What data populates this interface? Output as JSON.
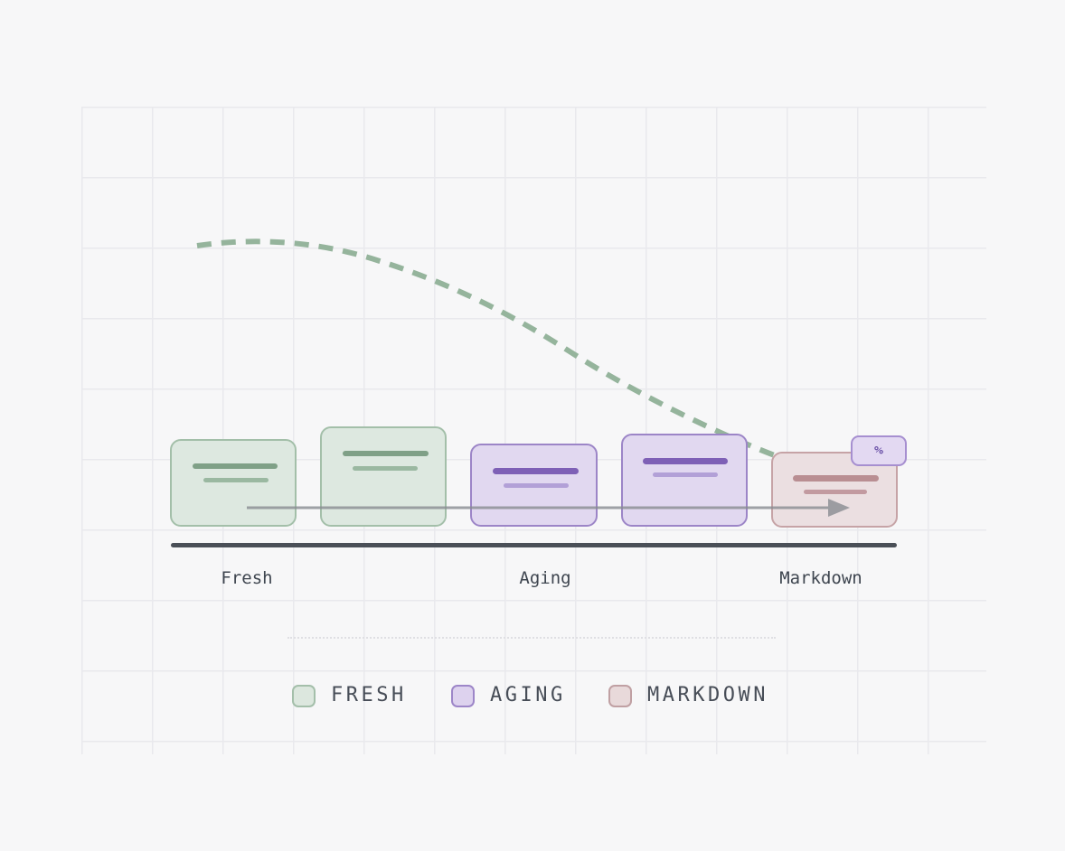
{
  "diagram": {
    "kind": "freshness-lifecycle-timeline"
  },
  "timeline": {
    "stages": [
      {
        "label": "Fresh"
      },
      {
        "label": "Aging"
      },
      {
        "label": "Markdown"
      }
    ]
  },
  "cards": [
    {
      "stage": "fresh"
    },
    {
      "stage": "fresh"
    },
    {
      "stage": "aging"
    },
    {
      "stage": "aging"
    },
    {
      "stage": "markdown",
      "badge": "%"
    }
  ],
  "badge": {
    "label": "%"
  },
  "legend": {
    "items": [
      {
        "label": "FRESH",
        "fill": "#dce7de",
        "border": "#a4bfaa"
      },
      {
        "label": "AGING",
        "fill": "#ddd2ee",
        "border": "#9d86c8"
      },
      {
        "label": "MARKDOWN",
        "fill": "#e8d9da",
        "border": "#c0a0a3"
      }
    ]
  },
  "colors": {
    "background": "#f7f7f8",
    "grid_line": "#e9e9ed",
    "decay_curve": "#95b49c",
    "axis_line": "#4a4f57",
    "arrow": "#898c92",
    "fresh_fill": "#dde8e0",
    "fresh_border": "#a3bfa9",
    "aging_fill": "#e1d8f0",
    "aging_border": "#9c85c7",
    "markdown_fill": "#ebdfe1",
    "markdown_border": "#c6a3a6",
    "badge_fill": "#e3d9f2",
    "badge_border": "#a68fd0",
    "badge_text": "#6b51a8"
  }
}
